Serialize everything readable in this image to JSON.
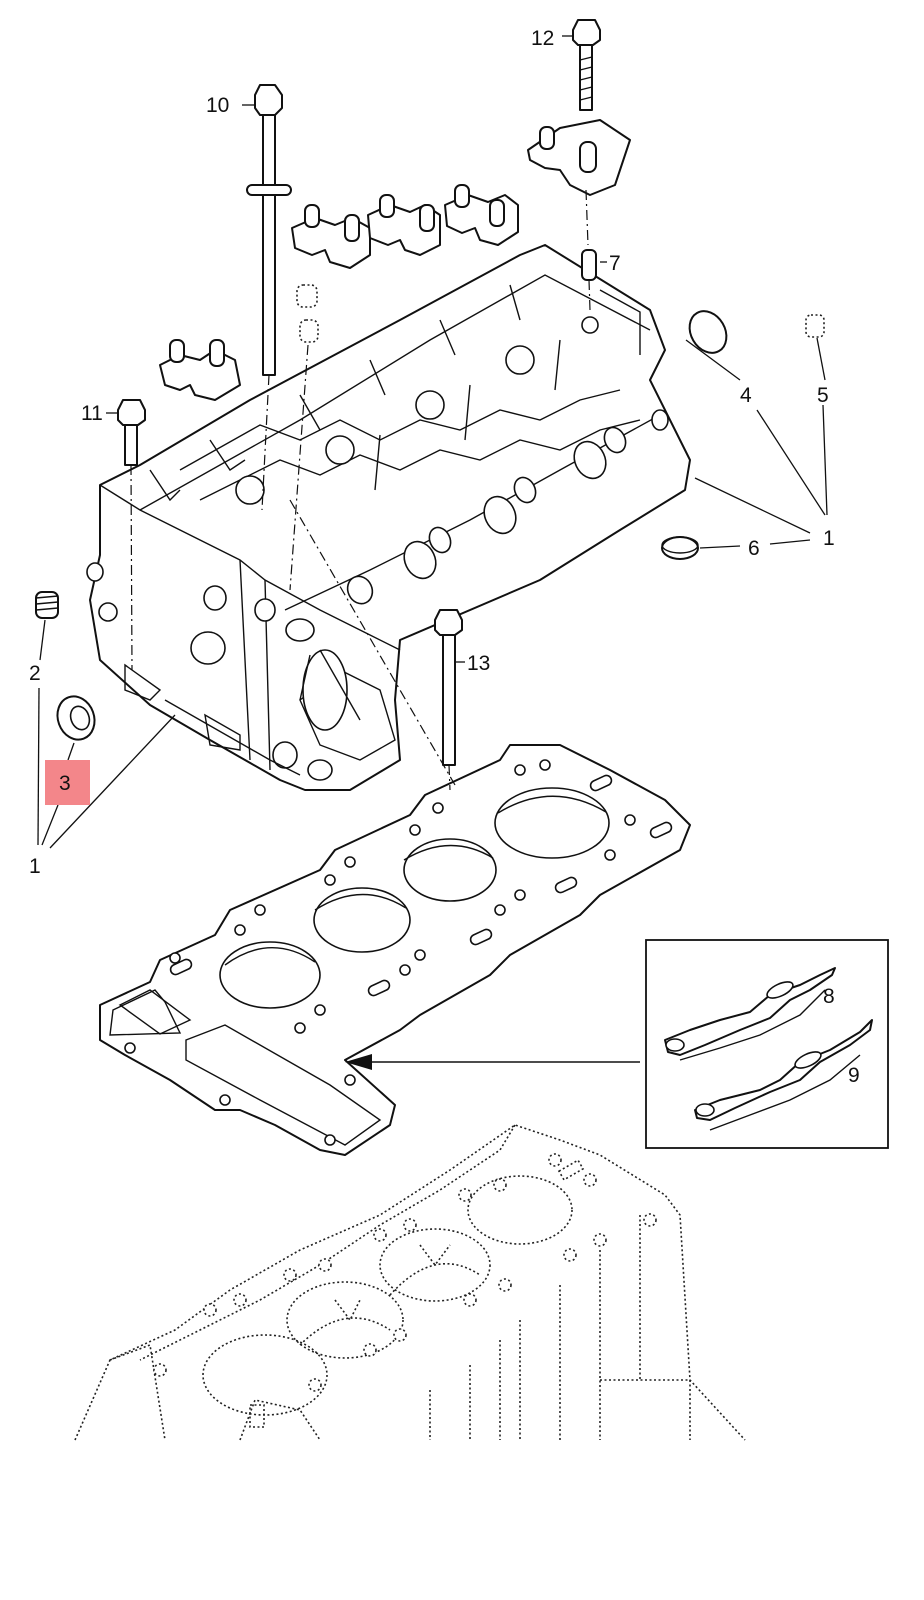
{
  "diagram": {
    "callouts": [
      {
        "id": "1a",
        "text": "1"
      },
      {
        "id": "1b",
        "text": "1"
      },
      {
        "id": "2",
        "text": "2"
      },
      {
        "id": "3",
        "text": "3",
        "highlight": "#f3868a"
      },
      {
        "id": "4",
        "text": "4"
      },
      {
        "id": "5",
        "text": "5"
      },
      {
        "id": "6",
        "text": "6"
      },
      {
        "id": "7",
        "text": "7"
      },
      {
        "id": "8",
        "text": "8"
      },
      {
        "id": "9",
        "text": "9"
      },
      {
        "id": "10",
        "text": "10"
      },
      {
        "id": "11",
        "text": "11"
      },
      {
        "id": "12",
        "text": "12"
      },
      {
        "id": "13",
        "text": "13"
      }
    ]
  }
}
